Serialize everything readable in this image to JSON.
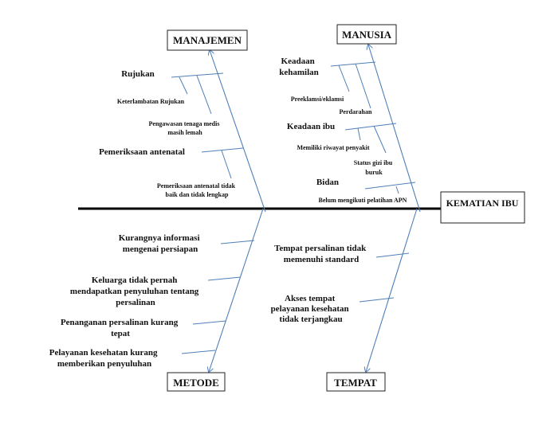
{
  "effect": "KEMATIAN IBU",
  "categories": {
    "manajemen": {
      "label": "MANAJEMEN",
      "causes": [
        {
          "label": "Rujukan",
          "subs": [
            "Keterlambatan Rujukan",
            [
              "Pengawasan tenaga medis",
              "masih lemah"
            ]
          ]
        },
        {
          "label": "Pemeriksaan antenatal",
          "subs": [
            [
              "Pemeriksaan antenatal tidak",
              "baik dan tidak lengkap"
            ]
          ]
        }
      ]
    },
    "manusia": {
      "label": "MANUSIA",
      "causes": [
        {
          "label": [
            "Keadaan",
            "kehamilan"
          ],
          "subs": [
            "Preeklamsi/eklamsi",
            "Perdarahan"
          ]
        },
        {
          "label": "Keadaan ibu",
          "subs": [
            "Memiliki riwayat penyakit",
            [
              "Status gizi ibu",
              "buruk"
            ]
          ]
        },
        {
          "label": "Bidan",
          "subs": [
            "Belum mengikuti pelatihan APN"
          ]
        }
      ]
    },
    "metode": {
      "label": "METODE",
      "causes": [
        [
          "Kurangnya informasi",
          "mengenai persiapan"
        ],
        [
          "Keluarga tidak pernah",
          "mendapatkan penyuluhan tentang",
          "persalinan"
        ],
        [
          "Penanganan persalinan kurang",
          "tepat"
        ],
        [
          "Pelayanan kesehatan kurang",
          "memberikan penyuluhan"
        ]
      ]
    },
    "tempat": {
      "label": "TEMPAT",
      "causes": [
        [
          "Tempat persalinan tidak",
          "memenuhi standard"
        ],
        [
          "Akses tempat",
          "pelayanan kesehatan",
          "tidak terjangkau"
        ]
      ]
    }
  },
  "colors": {
    "bone": "#4f7fb8",
    "spine": "#000000"
  }
}
